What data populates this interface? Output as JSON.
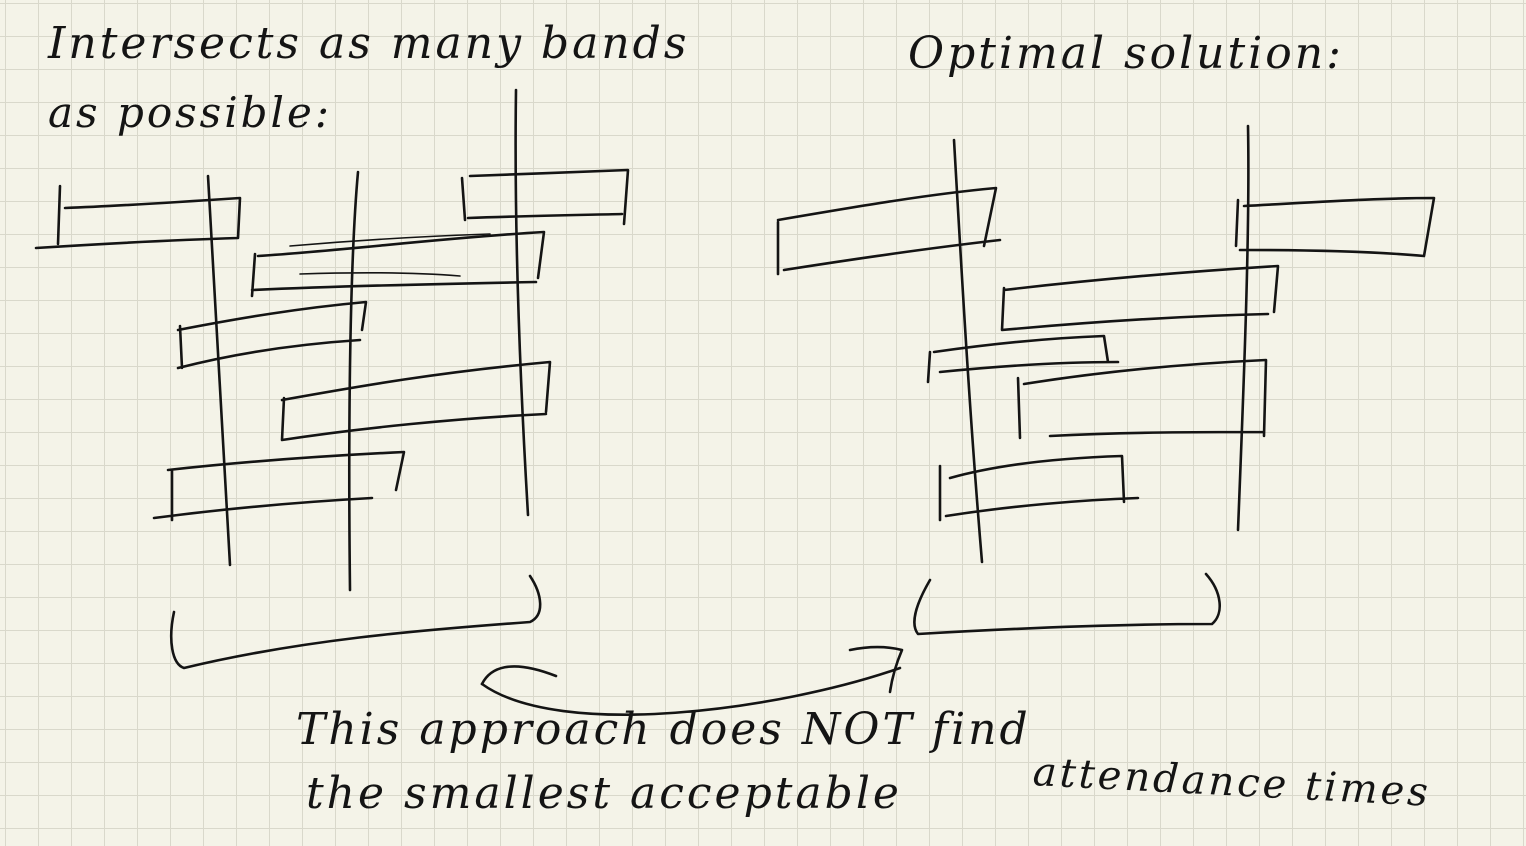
{
  "left_panel": {
    "title_line1": "Intersects as many bands",
    "title_line2": "as possible:"
  },
  "right_panel": {
    "title": "Optimal solution:"
  },
  "caption": {
    "line1": "This approach does NOT find",
    "line2": "the smallest acceptable",
    "line3": "attendance times"
  },
  "style": {
    "ink_color": "#141414",
    "paper_color": "#f4f3e8",
    "grid_color": "#d9d8cb"
  }
}
